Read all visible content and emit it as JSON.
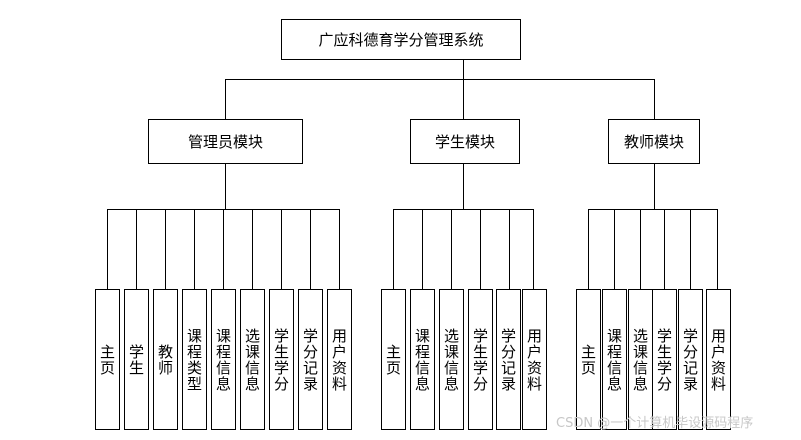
{
  "root": {
    "title": "广应科德育学分管理系统"
  },
  "modules": [
    {
      "name": "管理员模块",
      "children": [
        "主页",
        "学生",
        "教师",
        "课程类型",
        "课程信息",
        "选课信息",
        "学生学分",
        "学分记录",
        "用户资料"
      ]
    },
    {
      "name": "学生模块",
      "children": [
        "主页",
        "课程信息",
        "选课信息",
        "学生学分",
        "学分记录",
        "用户资料"
      ]
    },
    {
      "name": "教师模块",
      "children": [
        "主页",
        "课程信息",
        "选课信息",
        "学生学分",
        "学分记录",
        "用户资料"
      ]
    }
  ],
  "watermark": "CSDN @一个计算机毕设源码程序"
}
